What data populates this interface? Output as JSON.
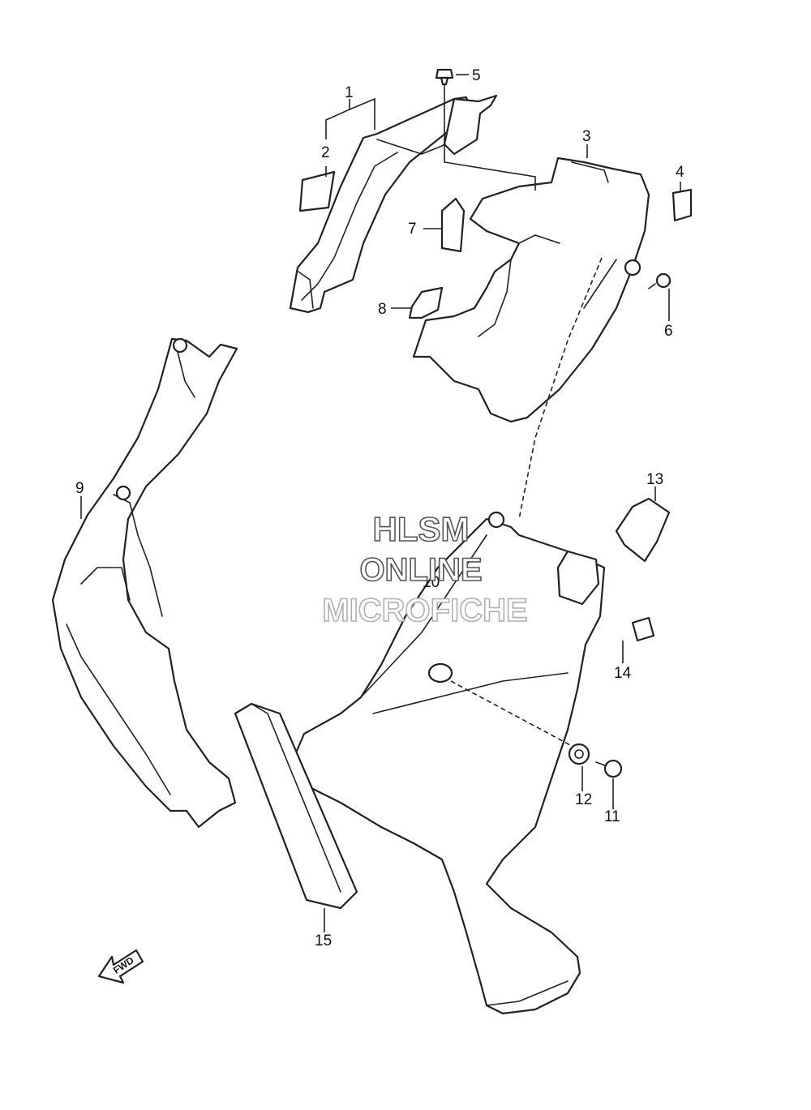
{
  "callouts": {
    "c1": "1",
    "c2": "2",
    "c3": "3",
    "c4": "4",
    "c5": "5",
    "c6": "6",
    "c7": "7",
    "c8": "8",
    "c9": "9",
    "c10": "10",
    "c11": "11",
    "c12": "12",
    "c13": "13",
    "c14": "14",
    "c15": "15"
  },
  "watermark": {
    "line1": "HLSM",
    "line2": "ONLINE",
    "line3": "MICROFICHE"
  },
  "direction_arrow": {
    "label": "FWD",
    "icon": "fwd-arrow-icon"
  },
  "colors": {
    "background": "#ffffff",
    "line": "#222222",
    "watermark_outline": "#555555"
  }
}
